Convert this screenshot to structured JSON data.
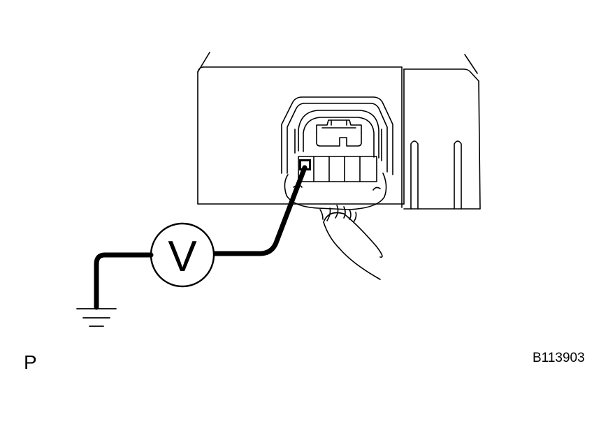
{
  "meter": {
    "symbol": "V",
    "icon": "voltmeter-icon"
  },
  "ground": {
    "icon": "ground-symbol-icon"
  },
  "labels": {
    "corner_letter": "P",
    "figure_id": "B113903"
  },
  "colors": {
    "line": "#000000",
    "background": "#ffffff"
  }
}
